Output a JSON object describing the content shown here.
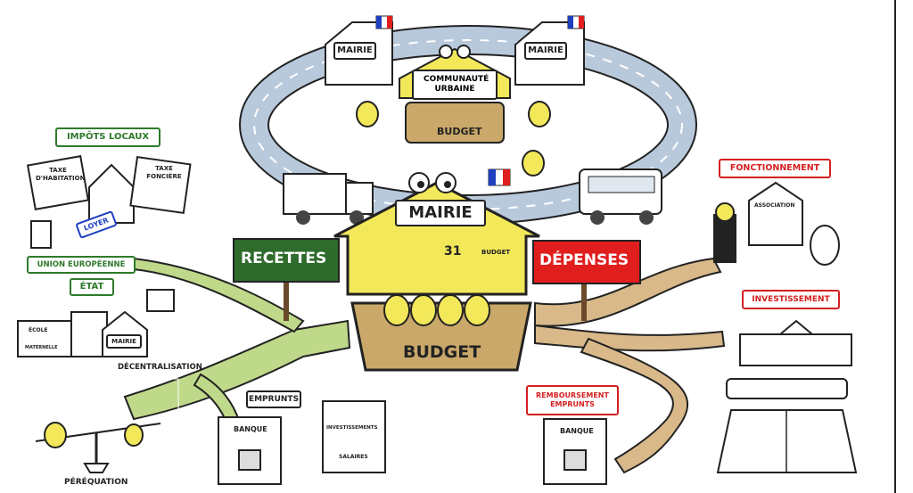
{
  "labels": {
    "mairie_top_left": "MAIRIE",
    "mairie_top_right": "MAIRIE",
    "communaute_urbaine": "COMMUNAUTÉ URBAINE",
    "budget_small": "BUDGET",
    "impots_locaux": "IMPÔTS LOCAUX",
    "taxe_habitation": "TAXE D'HABITATION",
    "taxe_fonciere": "TAXE FONCIÈRE",
    "loyer": "LOYER",
    "union_europeenne": "UNION EUROPÉENNE",
    "etat": "ÉTAT",
    "ecole": "ÉCOLE",
    "maternelle": "MATERNELLE",
    "mairie_small": "MAIRIE",
    "decentralisation": "DÉCENTRALISATION",
    "perequation": "PÉRÉQUATION",
    "recettes": "RECETTES",
    "mairie_main": "MAIRIE",
    "calendar_day": "31",
    "budget_doc": "BUDGET",
    "budget_main": "BUDGET",
    "depenses": "DÉPENSES",
    "fonctionnement": "FONCTIONNEMENT",
    "association": "ASSOCIATION",
    "investissement": "INVESTISSEMENT",
    "emprunts": "EMPRUNTS",
    "banque_left": "BANQUE",
    "investissements": "INVESTISSEMENTS",
    "salaires": "SALAIRES",
    "remboursement_emprunts": "REMBOURSEMENT EMPRUNTS",
    "banque_right": "BANQUE"
  },
  "colors": {
    "yellow": "#f3e85a",
    "green_sign": "#2f6b2c",
    "red_sign": "#e01e1e",
    "road": "#b9c9dc",
    "path_green": "#bfd98a",
    "path_tan": "#d9b98a"
  }
}
